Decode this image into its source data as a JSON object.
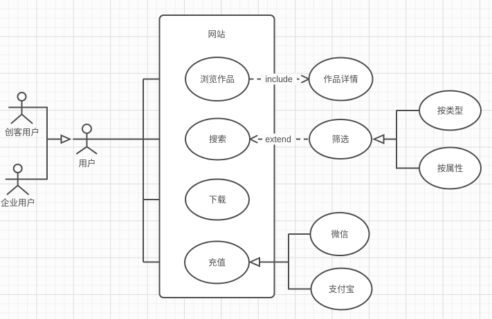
{
  "diagram": {
    "type": "uml-use-case",
    "system": {
      "title": "网站"
    },
    "actors": [
      {
        "id": "maker",
        "label": "创客用户"
      },
      {
        "id": "enterprise",
        "label": "企业用户"
      },
      {
        "id": "user",
        "label": "用户"
      }
    ],
    "use_cases": [
      {
        "id": "browse",
        "label": "浏览作品",
        "inside_system": true
      },
      {
        "id": "search",
        "label": "搜索",
        "inside_system": true
      },
      {
        "id": "download",
        "label": "下载",
        "inside_system": true
      },
      {
        "id": "recharge",
        "label": "充值",
        "inside_system": true
      },
      {
        "id": "detail",
        "label": "作品详情",
        "inside_system": false
      },
      {
        "id": "filter",
        "label": "筛选",
        "inside_system": false
      },
      {
        "id": "by_type",
        "label": "按类型",
        "inside_system": false
      },
      {
        "id": "by_attr",
        "label": "按属性",
        "inside_system": false
      },
      {
        "id": "wechat",
        "label": "微信",
        "inside_system": false
      },
      {
        "id": "alipay",
        "label": "支付宝",
        "inside_system": false
      }
    ],
    "relations": [
      {
        "id": "include",
        "label": "include",
        "from": "browse",
        "to": "detail"
      },
      {
        "id": "extend",
        "label": "extend",
        "from": "filter",
        "to": "search"
      }
    ],
    "colors": {
      "stroke": "#4d4d4d",
      "text": "#4d4d4d",
      "background": "#fcfcfc",
      "grid_minor": "#f1f1f1",
      "grid_major": "#dedede",
      "shape_fill": "#ffffff"
    }
  }
}
